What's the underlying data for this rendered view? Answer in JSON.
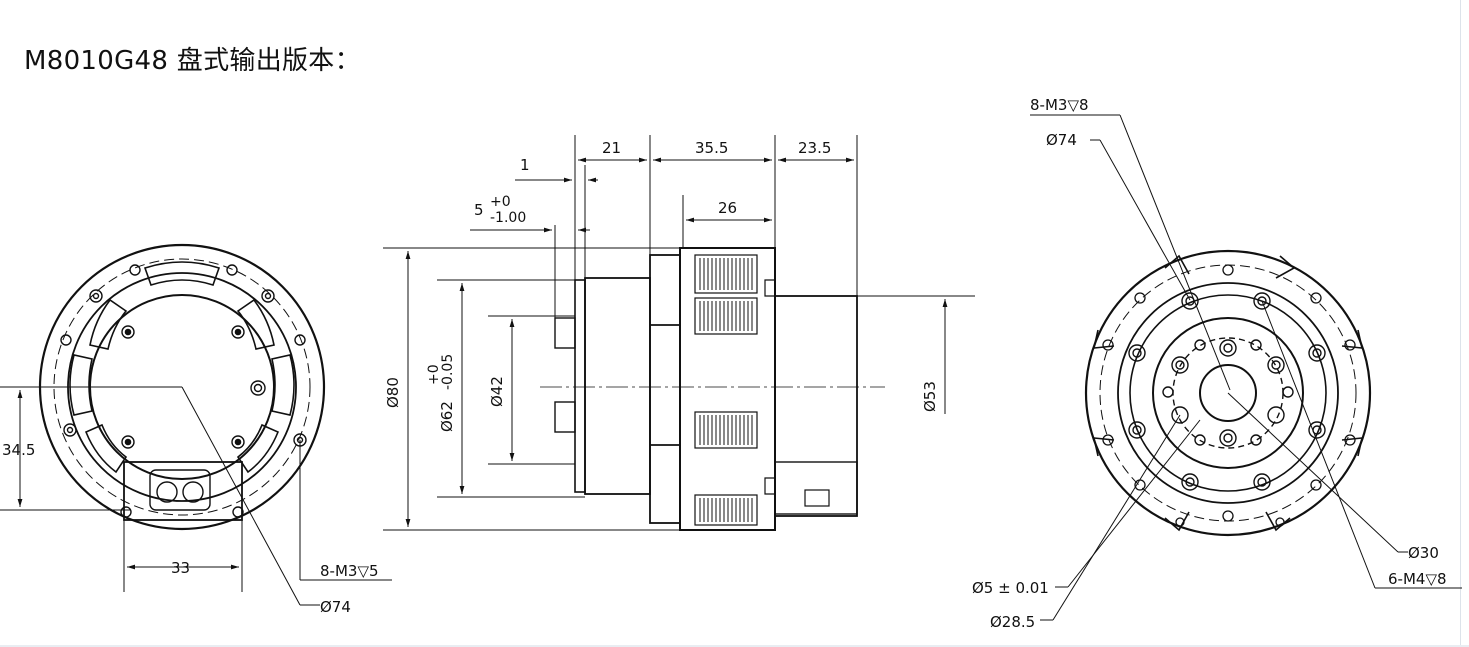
{
  "title": "M8010G48 盘式输出版本：",
  "left_view": {
    "height_dim": "34.5",
    "width_dim": "33",
    "callout_holes": "8-M3▽5",
    "callout_dia": "Ø74"
  },
  "side_view": {
    "dim_1": "1",
    "dim_21": "21",
    "dim_35_5": "35.5",
    "dim_23_5": "23.5",
    "dim_26": "26",
    "dim_5": "5",
    "dim_5_upper_tol": "+0",
    "dim_5_lower_tol": "-1.00",
    "dia_80": "Ø80",
    "dia_62": "Ø62",
    "dia_62_upper_tol": "+0",
    "dia_62_lower_tol": "-0.05",
    "dia_42": "Ø42",
    "dia_53": "Ø53"
  },
  "right_view": {
    "callout_m3": "8-M3▽8",
    "callout_74": "Ø74",
    "callout_30": "Ø30",
    "callout_m4": "6-M4▽8",
    "callout_5": "Ø5 ± 0.01",
    "callout_28_5": "Ø28.5"
  }
}
